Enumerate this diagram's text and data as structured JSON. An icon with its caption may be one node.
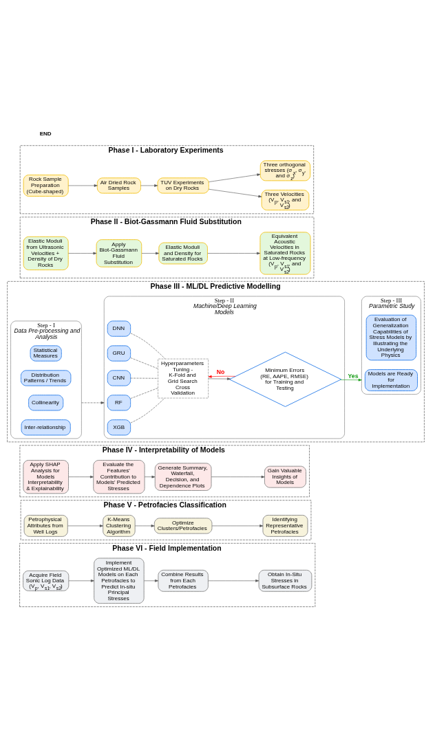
{
  "diagram": {
    "nodes": [
      {
        "text": [
          "Phase I - Laboratory Experiments"
        ]
      },
      {
        "text": [
          "Rock Sample Preparation (Cube-shaped)"
        ],
        "in": 0
      },
      {
        "text": [
          "Air Dried Rock Samples"
        ],
        "in": 0
      },
      {
        "text": [
          "TUV Experiments on Dry Rocks"
        ],
        "in": 0
      },
      {
        "text": [
          "Three Velocities (V$_{p}$, V$_{s1}$, and V$_{s2}$)"
        ],
        "in": 0
      },
      {
        "text": [
          "Three orthogonal stresses (σ$_{x}$, σ$_{y}$, and σ$_{z}$)"
        ],
        "in": 0
      },
      {
        "text": [
          "Phase II - Biot-Gassmann Fluid Substitution"
        ]
      },
      {
        "text": [
          "Elastic Moduli from Ultrasonic Velocities + Density of Dry Rocks"
        ],
        "in": 6
      },
      {
        "text": [
          "Apply Biot-Gassmann Fluid Substitution"
        ],
        "in": 6
      },
      {
        "text": [
          "Elastic Moduli and Density for Saturated Rocks"
        ],
        "in": 6
      },
      {
        "text": [
          "Equivalent Acoustic Velocities in Saturated Rocks at Low-frequency (V$_{p}$, V$_{s1}$, and V$_{s2}$)"
        ],
        "in": 6
      },
      {
        "text": [
          "Phase III - ML/DL Predictive Modelling"
        ]
      },
      {
        "text": [
          "Step - I",
          "Data Pre-processing and Analysis"
        ],
        "in": 11
      },
      {
        "text": [
          "Statistical Measures"
        ],
        "in": 12
      },
      {
        "text": [
          "Distribution Patterns / Trends"
        ],
        "in": 12
      },
      {
        "text": [
          "Collinearity"
        ],
        "in": 12
      },
      {
        "text": [
          "Inter-relationship"
        ],
        "in": 12
      },
      {
        "text": [
          "Step - II",
          "Machine/Deep Learning Models"
        ],
        "in": 11
      },
      {
        "text": [
          "DNN"
        ],
        "in": 17
      },
      {
        "text": [
          "GRU"
        ],
        "in": 17
      },
      {
        "text": [
          "CNN"
        ],
        "in": 17
      },
      {
        "text": [
          "RF"
        ],
        "in": 17
      },
      {
        "text": [
          "XGB"
        ],
        "in": 17
      },
      {
        "text": [
          "Hyperparameters Tuning - K-Fold and Grid Search Cross Validation"
        ],
        "in": 17
      },
      {
        "text": [
          "Minimum Errors (RE, AAPE, RMSE) for Training and Testing"
        ],
        "in": 17
      },
      {
        "text": [
          "Step - III",
          "Parametric Study"
        ],
        "in": 11
      },
      {
        "text": [
          "Evaluation of Generalization Capabilities of Stress Models by Illustrating the Underlying Physics"
        ],
        "in": 25
      },
      {
        "text": [
          "Models are Ready for Implementation"
        ],
        "in": 25
      },
      {
        "text": [
          "Phase IV - Interpretability of Models"
        ]
      },
      {
        "text": [
          "Apply SHAP Analysis for Models Interpretability & Explainability"
        ],
        "in": 28
      },
      {
        "text": [
          "Evaluate the Features' Contribution to Models' Predicted Stresses"
        ],
        "in": 28
      },
      {
        "text": [
          "Generate Summary, Waterfall, Decision, and Dependence Plots"
        ],
        "in": 28
      },
      {
        "text": [
          "Gain Valuable Insights of Models"
        ],
        "in": 28
      },
      {
        "text": [
          "Phase V - Petrofacies Classification"
        ]
      },
      {
        "text": [
          "Petrophysical Attributes from Well Logs"
        ],
        "in": 33
      },
      {
        "text": [
          "K-Means Clustering Algorithm"
        ],
        "in": 33
      },
      {
        "text": [
          "Optimize Clusters/Petrofacies"
        ],
        "in": 33
      },
      {
        "text": [
          "Identifying Representative Petrofacies"
        ],
        "in": 33
      },
      {
        "text": [
          "Phase VI - Field Implementation"
        ]
      },
      {
        "text": [
          "Acquire Field Sonic Log Data (V$_{p}$, V$_{s1}$, V$_{s2}$)"
        ],
        "in": 38
      },
      {
        "text": [
          "Implement Optimized ML/DL Models on Each Petrofacies to Predict In-situ Principal Stresses"
        ],
        "in": 38
      },
      {
        "text": [
          "Combine Results from Each Petrofacies"
        ],
        "in": 38
      },
      {
        "text": [
          "Obtain In-Situ Stresses in Subsurface Rocks"
        ],
        "in": 38
      }
    ],
    "edges": [
      {
        "from": 1,
        "to": 2,
        "arrow": "to"
      },
      {
        "from": 2,
        "to": 3,
        "arrow": "to"
      },
      {
        "from": 3,
        "to": 4,
        "arrow": "to"
      },
      {
        "from": 3,
        "to": 5,
        "arrow": "to"
      },
      {
        "from": 7,
        "to": 8,
        "arrow": "to"
      },
      {
        "from": 8,
        "to": 9,
        "arrow": "to"
      },
      {
        "from": 9,
        "to": 10,
        "arrow": "to"
      },
      {
        "from": 12,
        "to": 17,
        "arrow": "to",
        "style": "dashed"
      },
      {
        "from": 18,
        "to": 23,
        "arrow": "none",
        "style": "dashed"
      },
      {
        "from": 19,
        "to": 23,
        "arrow": "none",
        "style": "dashed"
      },
      {
        "from": 20,
        "to": 23,
        "arrow": "none",
        "style": "dashed"
      },
      {
        "from": 21,
        "to": 23,
        "arrow": "none",
        "style": "dashed"
      },
      {
        "from": 22,
        "to": 23,
        "arrow": "none",
        "style": "dashed"
      },
      {
        "from": 23,
        "to": 24,
        "arrow": "to"
      },
      {
        "from": 24,
        "to": 23,
        "arrow": "to",
        "label": "No",
        "color": "#ff0000"
      },
      {
        "from": 24,
        "to": 25,
        "arrow": "to",
        "label": "Yes",
        "color": "#1a9e1a"
      },
      {
        "from": 29,
        "to": 30,
        "arrow": "to"
      },
      {
        "from": 30,
        "to": 31,
        "arrow": "to"
      },
      {
        "from": 31,
        "to": 32,
        "arrow": "to"
      },
      {
        "from": 34,
        "to": 35,
        "arrow": "to"
      },
      {
        "from": 35,
        "to": 36,
        "arrow": "to"
      },
      {
        "from": 36,
        "to": 37,
        "arrow": "to"
      },
      {
        "from": 39,
        "to": 40,
        "arrow": "to"
      },
      {
        "from": 40,
        "to": 41,
        "arrow": "to"
      },
      {
        "from": 41,
        "to": 42,
        "arrow": "to"
      }
    ],
    "labels": [
      "END"
    ]
  }
}
